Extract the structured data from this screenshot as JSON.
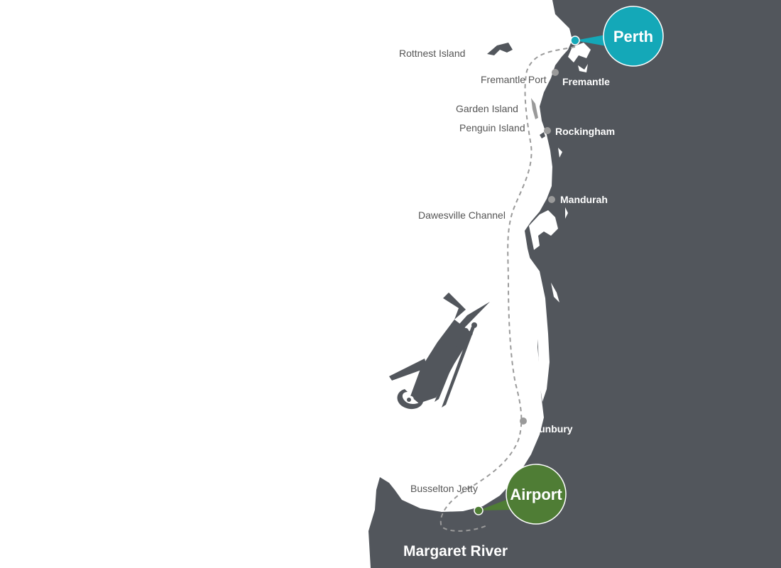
{
  "colors": {
    "land": "#52565c",
    "sea": "#ffffff",
    "route": "#9a9a9a",
    "town_marker": "#9a9a9a",
    "perth_accent": "#14a8b8",
    "airport_accent": "#4f7d35",
    "water_text": "#555555",
    "town_text": "#ffffff"
  },
  "water_labels": {
    "rottnest": "Rottnest Island",
    "fremantle_port": "Fremantle Port",
    "garden_island": "Garden Island",
    "penguin_island": "Penguin Island",
    "dawesville": "Dawesville Channel",
    "busselton_jetty": "Busselton Jetty"
  },
  "towns": {
    "fremantle": "Fremantle",
    "rockingham": "Rockingham",
    "mandurah": "Mandurah",
    "bunbury": "Bunbury"
  },
  "callouts": {
    "perth": "Perth",
    "airport": "Airport"
  },
  "region": "Margaret River",
  "icons": {
    "aircraft": "seaplane-icon"
  }
}
